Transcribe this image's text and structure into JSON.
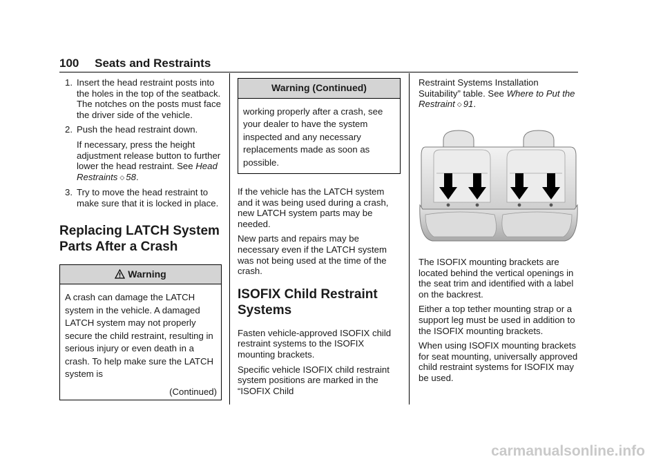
{
  "header": {
    "page_number": "100",
    "section_title": "Seats and Restraints"
  },
  "col1": {
    "steps": [
      {
        "num": "1.",
        "text": "Insert the head restraint posts into the holes in the top of the seatback. The notches on the posts must face the driver side of the vehicle."
      },
      {
        "num": "2.",
        "text": "Push the head restraint down."
      }
    ],
    "step2_note": "If necessary, press the height adjustment release button to further lower the head restraint. See",
    "step2_ref_title": "Head Restraints",
    "step2_ref_page": "58",
    "step3": {
      "num": "3.",
      "text": "Try to move the head restraint to make sure that it is locked in place."
    },
    "section_heading": "Replacing LATCH System Parts After a Crash",
    "warning": {
      "title": "Warning",
      "body": "A crash can damage the LATCH system in the vehicle. A damaged LATCH system may not properly secure the child restraint, resulting in serious injury or even death in a crash. To help make sure the LATCH system is",
      "continued": "(Continued)"
    }
  },
  "col2": {
    "warning_cont": {
      "title": "Warning  (Continued)",
      "body": "working properly after a crash, see your dealer to have the system inspected and any necessary replacements made as soon as possible."
    },
    "para1": "If the vehicle has the LATCH system and it was being used during a crash, new LATCH system parts may be needed.",
    "para2": "New parts and repairs may be necessary even if the LATCH system was not being used at the time of the crash.",
    "section_heading": "ISOFIX Child Restraint Systems",
    "para3": "Fasten vehicle-approved ISOFIX child restraint systems to the ISOFIX mounting brackets.",
    "para4": "Specific vehicle ISOFIX child restraint system positions are marked in the “ISOFIX Child"
  },
  "col3": {
    "intro_text": "Restraint Systems Installation Suitability” table. See",
    "intro_ref_title": "Where to Put the Restraint",
    "intro_ref_page": "91",
    "image_alt": "Rear seat with arrows marking ISOFIX mounting bracket locations",
    "para1": "The ISOFIX mounting brackets are located behind the vertical openings in the seat trim and identified with a label on the backrest.",
    "para2": "Either a top tether mounting strap or a support leg must be used in addition to the ISOFIX mounting brackets.",
    "para3": "When using ISOFIX mounting brackets for seat mounting, universally approved child restraint systems for ISOFIX may be used."
  },
  "watermark": "carmanualsonline.info",
  "ref_arrow_glyph": "◇"
}
